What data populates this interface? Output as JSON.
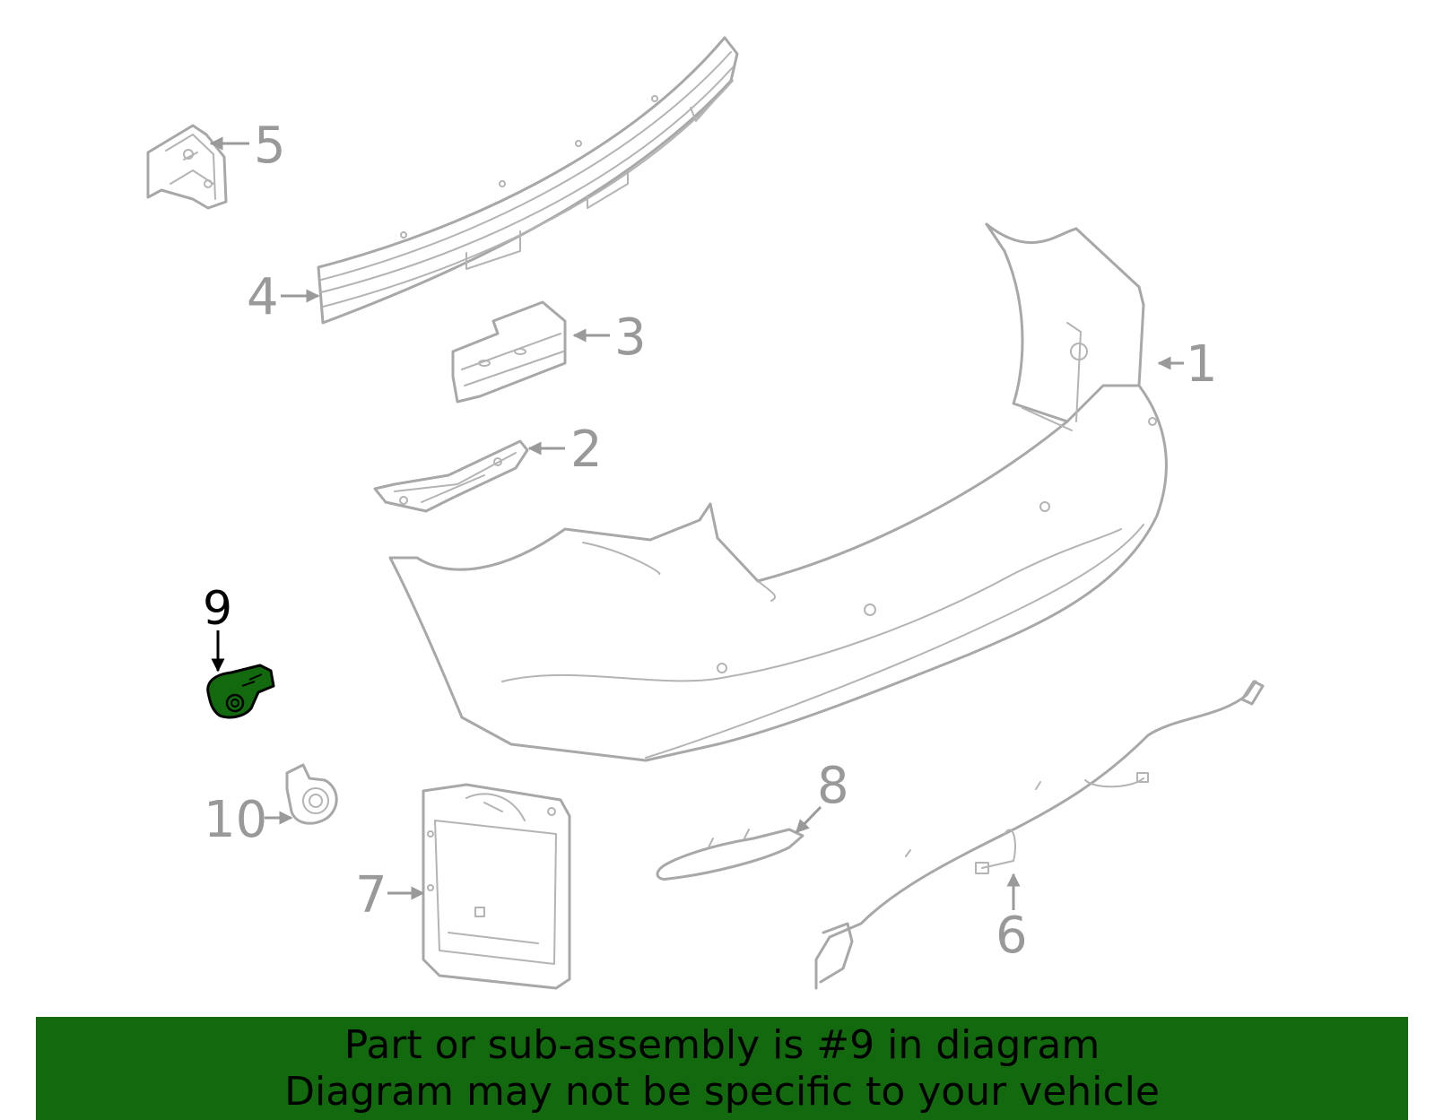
{
  "highlight_color": "#136a0e",
  "callouts": {
    "p1": "1",
    "p2": "2",
    "p3": "3",
    "p4": "4",
    "p5": "5",
    "p6": "6",
    "p7": "7",
    "p8": "8",
    "p9": "9",
    "p10": "10"
  },
  "banner": {
    "line1": "Part or sub-assembly is #9 in diagram",
    "line2": "Diagram may not be specific to your vehicle"
  }
}
